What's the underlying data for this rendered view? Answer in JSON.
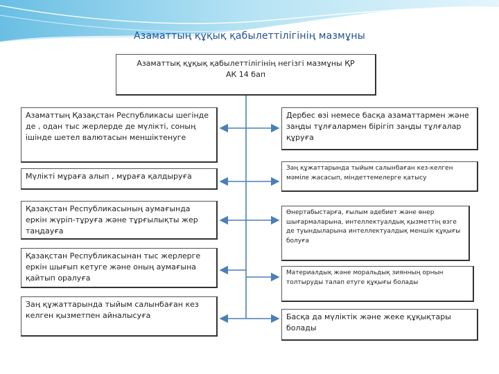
{
  "header": {
    "title": "Азаматтың құқық қабылеттілігінің  мазмұны"
  },
  "center_box": {
    "line1": "Азаматтық құқық қабылеттілігінің негізгі мазмұны ҚР",
    "line2": "АК 14 бап"
  },
  "left_boxes": [
    "Азаматтың Қазақстан Республикасы шегінде де , одан тыс жерлерде де мүлікті, соның ішінде шетел валютасын меншіктенуге",
    "Мүлікті мұраға алып , мұраға қалдыруға",
    "Қазақстан Республикасының аумағында еркін жүріп-тұруға  және тұрғылықты жер таңдауға",
    "Қазақстан Республикасынан тыс  жерлерге еркін шығып кетуге және оның аумағына қайтып оралуға",
    "Заң құжаттарында тыйым салынбаған кез келген қызметпен айналысуға"
  ],
  "right_boxes": [
    "Дербес өзі немесе  басқа азаматтармен  және заңды тұлғалармен  бірігіп заңды тұлғалар құруға",
    "Заң құжаттарында тыйым салынбаған  кез-келген мәміле жасасып, міндеттемелерге қатысу",
    "Өнертабыстарға, ғылым әдебиет және өнер шығармаларына, интеллектуалдық  қызметтің өзге де туындыларына  интеллектуалдық меншік құқығы болуға",
    "Материалдық және моральдық зиянның орнын толтыруды талап  етуге құқығы болады",
    "Басқа да мүліктік және жеке құқықтары болады"
  ],
  "colors": {
    "title": "#1f4f96",
    "arrow": "#4a7fb8",
    "wave": "#7ec9e8"
  }
}
